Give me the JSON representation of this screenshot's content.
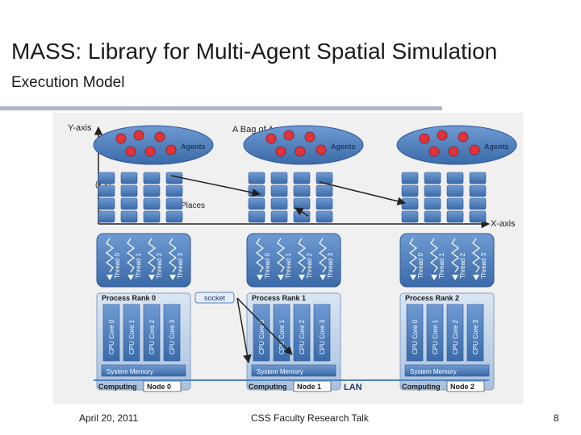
{
  "slide": {
    "title": "MASS: Library for Multi-Agent Spatial Simulation",
    "subtitle": "Execution Model"
  },
  "diagram": {
    "y_axis": "Y-axis",
    "x_axis": "X-axis",
    "bag_label": "A Bag of Agents",
    "agents_label": "Agents",
    "coord_label": "(x,y)",
    "places_label": "Places",
    "threads": [
      "Thread 0",
      "Thread 1",
      "Thread 2",
      "Thread 3"
    ],
    "cores": [
      "CPU Core 0",
      "CPU Core 1",
      "CPU Core 2",
      "CPU Core 3"
    ],
    "memory_label": "System Memory",
    "socket_label": "socket",
    "lan_label": "LAN",
    "nodes": [
      {
        "rank": "Process Rank 0",
        "computing": "Computing",
        "node": "Node 0"
      },
      {
        "rank": "Process Rank 1",
        "computing": "Computing",
        "node": "Node 1"
      },
      {
        "rank": "Process Rank 2",
        "computing": "Computing",
        "node": "Node 2"
      }
    ],
    "colors": {
      "agent": "#e0343a",
      "bag": "#4f81bd",
      "place": "#4f81bd",
      "thread": "#4f81bd",
      "node_box": "#b9cde5",
      "arrow": "#222222"
    }
  },
  "footer": {
    "date": "April 20, 2011",
    "talk": "CSS Faculty Research Talk",
    "page": "8"
  }
}
